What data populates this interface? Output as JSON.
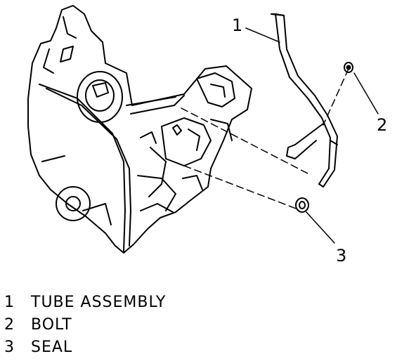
{
  "callouts": [
    {
      "number": "1"
    },
    {
      "number": "2"
    },
    {
      "number": "3"
    }
  ],
  "legend": [
    {
      "number": "1",
      "label": "TUBE ASSEMBLY"
    },
    {
      "number": "2",
      "label": "BOLT"
    },
    {
      "number": "3",
      "label": "SEAL"
    }
  ],
  "colors": {
    "ink": "#000000",
    "paper": "#ffffff"
  }
}
